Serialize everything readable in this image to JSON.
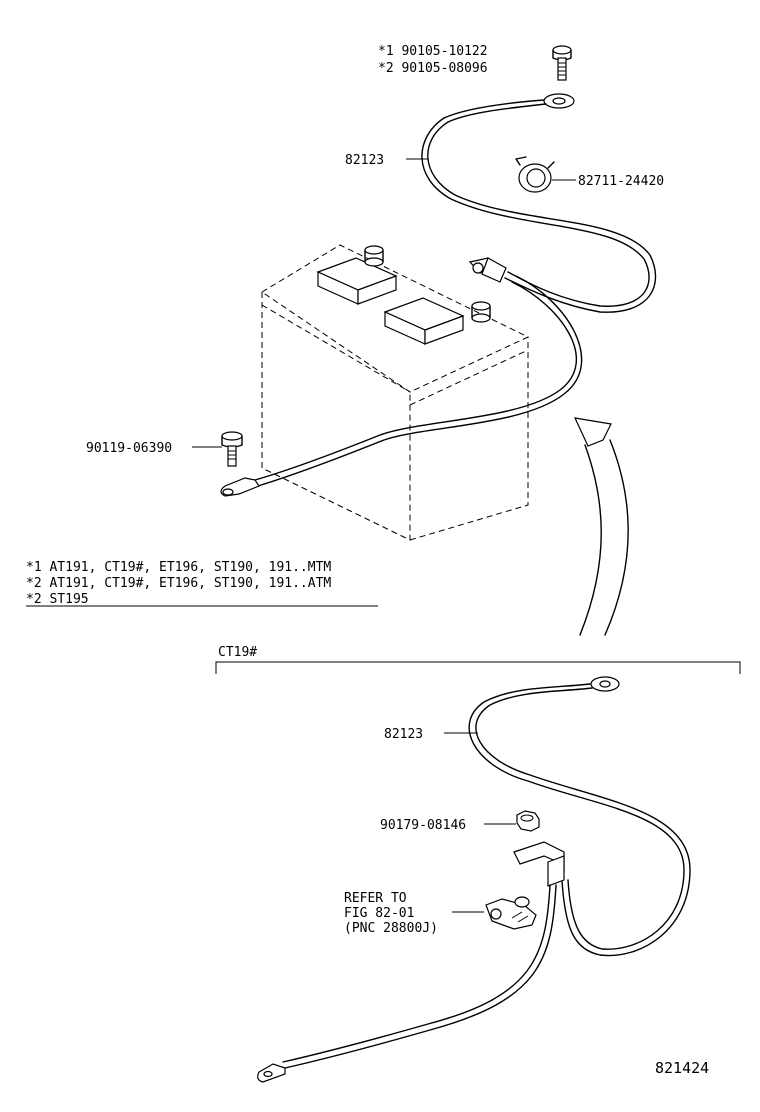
{
  "callouts": {
    "bolt_star1": "*1 90105-10122",
    "bolt_star2": "*2 90105-08096",
    "cable_top": "82123",
    "clamp": "82711-24420",
    "bolt_side": "90119-06390",
    "cable_bottom": "82123",
    "nut_bottom": "90179-08146"
  },
  "notes": [
    "*1 AT191, CT19#, ET196, ST190, 191..MTM",
    "*2 AT191, CT19#, ET196, ST190, 191..ATM",
    "*2 ST195"
  ],
  "variant_label": "CT19#",
  "refer": {
    "line1": "REFER TO",
    "line2": "FIG 82-01",
    "line3": "(PNC 28800J)"
  },
  "figure_number": "821424"
}
